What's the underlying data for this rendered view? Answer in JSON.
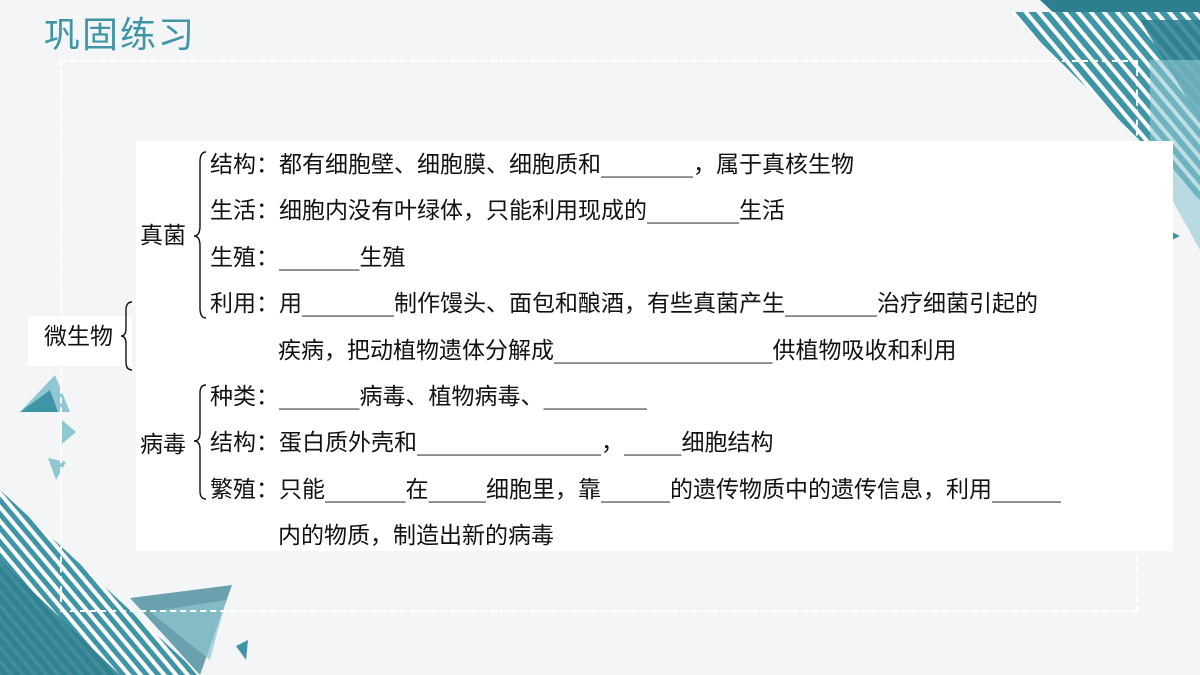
{
  "title": "巩固练习",
  "root": "微生物",
  "fungi": {
    "label": "真菌",
    "structure": "结构：都有细胞壁、细胞膜、细胞质和________，属于真核生物",
    "living": "生活：细胞内没有叶绿体，只能利用现成的________生活",
    "reproduction": "生殖：_______生殖",
    "use_line1": "利用：用________制作馒头、面包和酿酒，有些真菌产生________治疗细菌引起的",
    "use_line2": "疾病，把动植物遗体分解成___________________供植物吸收和利用"
  },
  "virus": {
    "label": "病毒",
    "types": "种类：_______病毒、植物病毒、_________",
    "structure": "结构：蛋白质外壳和________________，_____细胞结构",
    "reproduction_line1": "繁殖：只能_______在_____细胞里，靠______的遗传物质中的遗传信息，利用______",
    "reproduction_line2": "内的物质，制造出新的病毒"
  },
  "colors": {
    "accent": "#3f95a6",
    "dark_teal": "#2d7f90",
    "light_teal": "#8fc8d2"
  }
}
